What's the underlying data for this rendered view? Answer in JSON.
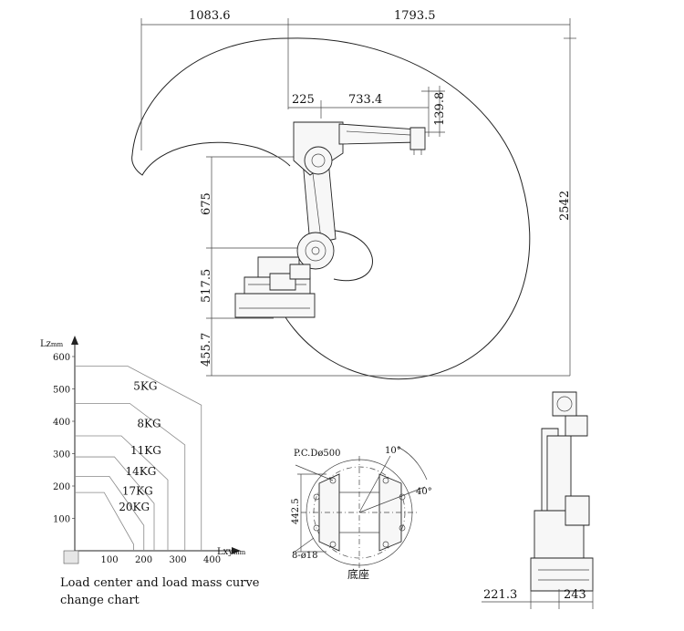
{
  "dimensions": {
    "left_reach": "1083.6",
    "right_reach": "1793.5",
    "base_offset": "225",
    "arm_length": "733.4",
    "flange_height": "139.8",
    "upper_arm": "675",
    "lower_arm": "517.5",
    "base_height": "455.7",
    "total_height": "2542",
    "base_rear": "221.3",
    "base_front": "243"
  },
  "base_view": {
    "pcd_label": "P.C.Dø500",
    "angle_small": "10°",
    "angle_large": "40°",
    "vertical_dim": "442.5",
    "holes_label": "8-ø18",
    "caption": "底座"
  },
  "chart_data": {
    "type": "line",
    "xlabel": "Lxy",
    "xunit": "mm",
    "ylabel": "Lz",
    "yunit": "mm",
    "x_ticks": [
      100,
      200,
      300,
      400
    ],
    "y_ticks": [
      100,
      200,
      300,
      400,
      500,
      600
    ],
    "xlim": [
      0,
      470
    ],
    "ylim": [
      0,
      660
    ],
    "series": [
      {
        "name": "5KG",
        "x_end": 370,
        "z_top": 570
      },
      {
        "name": "8KG",
        "x_end": 322,
        "z_top": 455
      },
      {
        "name": "11KG",
        "x_end": 272,
        "z_top": 355
      },
      {
        "name": "14KG",
        "x_end": 232,
        "z_top": 290
      },
      {
        "name": "17KG",
        "x_end": 202,
        "z_top": 230
      },
      {
        "name": "20KG",
        "x_end": 172,
        "z_top": 180
      }
    ]
  },
  "chart_caption": {
    "line1": "Load center and load mass curve",
    "line2": "change chart"
  }
}
